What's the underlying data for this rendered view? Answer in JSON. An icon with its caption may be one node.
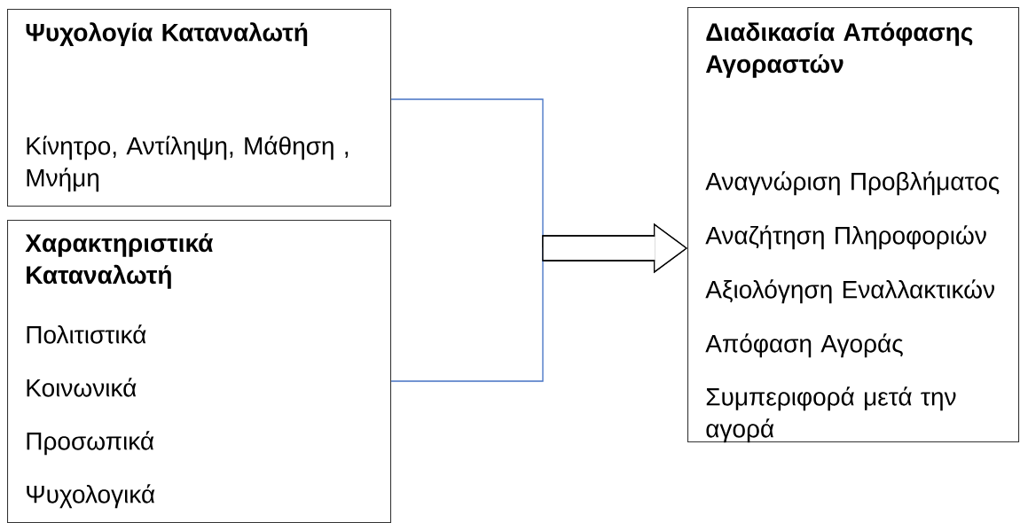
{
  "diagram": {
    "nodes": [
      {
        "text": [
          "Ψυχολογία Καταναλωτή",
          "Κίνητρο, Αντίληψη, Μάθηση , Μνήμη"
        ]
      },
      {
        "text": [
          "Χαρακτηριστικά Καταναλωτή",
          "Πολιτιστικά",
          "Κοινωνικά",
          "Προσωπικά",
          "Ψυχολογικά"
        ]
      },
      {
        "text": [
          "Διαδικασία Απόφασης Αγοραστών",
          "Αναγνώριση Προβλήματος",
          "Αναζήτηση Πληροφοριών",
          "Αξιολόγηση Εναλλακτικών",
          "Απόφαση Αγοράς",
          "Συμπεριφορά μετά την αγορά"
        ]
      }
    ],
    "edges": [
      {
        "from": 0,
        "to": 2,
        "arrow": "to"
      },
      {
        "from": 1,
        "to": 2,
        "arrow": "to"
      }
    ]
  }
}
